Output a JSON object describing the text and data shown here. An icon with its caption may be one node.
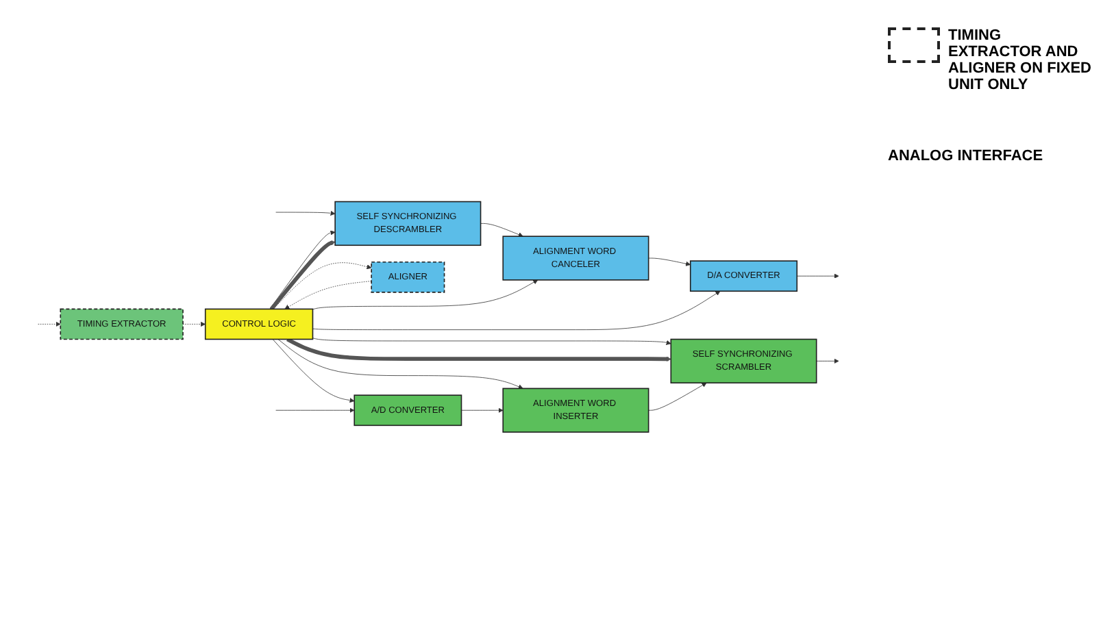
{
  "diagram": {
    "nodes": [
      {
        "text": [
          "TIMING EXTRACTOR"
        ]
      },
      {
        "text": [
          "SELF SYNCHRONIZING DESCRAMBLER"
        ]
      },
      {
        "text": [
          "ALIGNER"
        ]
      },
      {
        "text": [
          "ALIGNMENT WORD CANCELER"
        ]
      },
      {
        "text": [
          "D/A CONVERTER"
        ]
      },
      {
        "text": [
          "CONTROL LOGIC"
        ]
      },
      {
        "text": [
          "SELF SYNCHRONIZING SCRAMBLER"
        ]
      },
      {
        "text": [
          "ALIGNMENT WORD INSERTER"
        ]
      },
      {
        "text": [
          "A/D CONVERTER"
        ]
      }
    ],
    "edges": [
      {
        "from": null,
        "to": 1,
        "arrow": "to"
      },
      {
        "from": null,
        "to": 0,
        "arrow": "to",
        "style": "dashed"
      },
      {
        "from": 1,
        "to": 3,
        "arrow": "to"
      },
      {
        "from": 3,
        "to": 4,
        "arrow": "to"
      },
      {
        "from": 4,
        "to": null,
        "arrow": "to"
      },
      {
        "from": 0,
        "to": 5,
        "arrow": "to",
        "style": "dashed"
      },
      {
        "from": 5,
        "to": 2,
        "arrow": "to",
        "style": "dashed"
      },
      {
        "from": 2,
        "to": 5,
        "arrow": "to",
        "style": "dashed"
      },
      {
        "from": 5,
        "to": 1,
        "arrow": "to"
      },
      {
        "from": 5,
        "to": 3,
        "arrow": "to"
      },
      {
        "from": 5,
        "to": 4,
        "arrow": "to"
      },
      {
        "from": 5,
        "to": 6,
        "arrow": "to"
      },
      {
        "from": 5,
        "to": 7,
        "arrow": "to"
      },
      {
        "from": 5,
        "to": 8,
        "arrow": "to"
      },
      {
        "from": 5,
        "to": 1,
        "arrow": "to",
        "style": "thick",
        "color": "#555555"
      },
      {
        "from": 5,
        "to": 6,
        "arrow": "to",
        "style": "thick",
        "color": "#555555"
      },
      {
        "from": null,
        "to": 8,
        "arrow": "to"
      },
      {
        "from": 8,
        "to": 7,
        "arrow": "to"
      },
      {
        "from": 7,
        "to": 6,
        "arrow": "to"
      },
      {
        "from": 6,
        "to": null,
        "arrow": "to"
      }
    ],
    "labels": [
      "ANALOG INTERFACE"
    ],
    "legend": [
      {
        "text": "TIMING EXTRACTOR AND ALIGNER ON FIXED UNIT ONLY"
      }
    ]
  }
}
